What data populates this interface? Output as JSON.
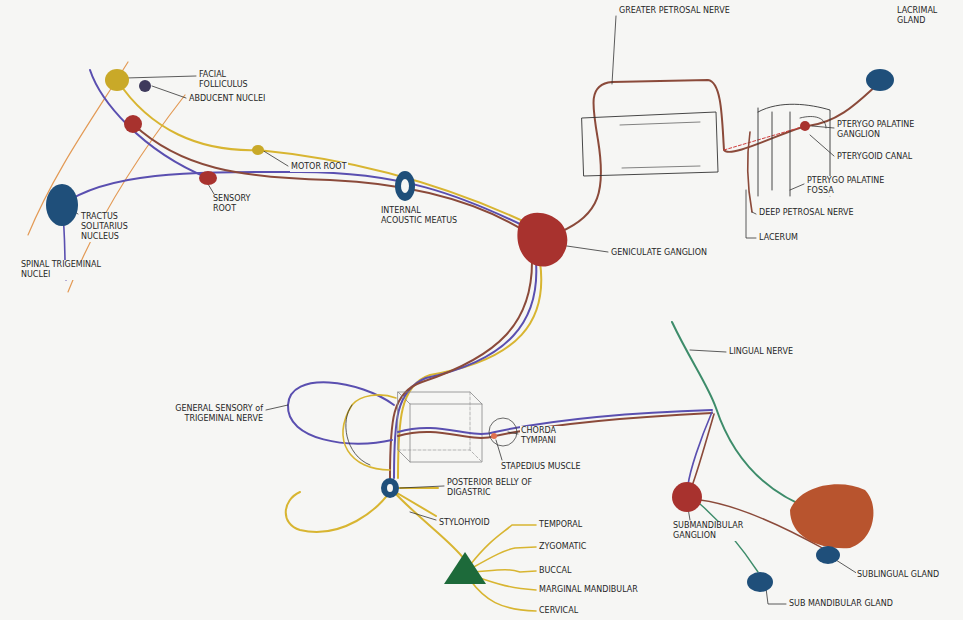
{
  "diagram": {
    "labels": [
      "FACIAL FOLLICULUS",
      "ABDUCENT NUCLEI",
      "MOTOR ROOT",
      "SENSORY ROOT",
      "TRACTUS SOLITARIUS NUCLEUS",
      "SPINAL TRIGEMINAL NUCLEI",
      "INTERNAL ACOUSTIC MEATUS",
      "GENICULATE GANGLION",
      "GREATER PETROSAL NERVE",
      "LACRIMAL GLAND",
      "PTERYGO PALATINE GANGLION",
      "PTERYGOID CANAL",
      "PTERYGO PALATINE FOSSA",
      "DEEP PETROSAL NERVE",
      "LACERUM",
      "LINGUAL NERVE",
      "CHORDA TYMPANI",
      "STAPEDIUS MUSCLE",
      "GENERAL SENSORY of TRIGEMINAL NERVE",
      "POSTERIOR BELLY OF DIGASTRIC",
      "STYLOHYOID",
      "TEMPORAL",
      "ZYGOMATIC",
      "BUCCAL",
      "MARGINAL MANDIBULAR",
      "CERVICAL",
      "SUBMANDIBULAR GANGLION",
      "SUBLINGUAL GLAND",
      "SUB MANDIBULAR GLAND"
    ]
  }
}
